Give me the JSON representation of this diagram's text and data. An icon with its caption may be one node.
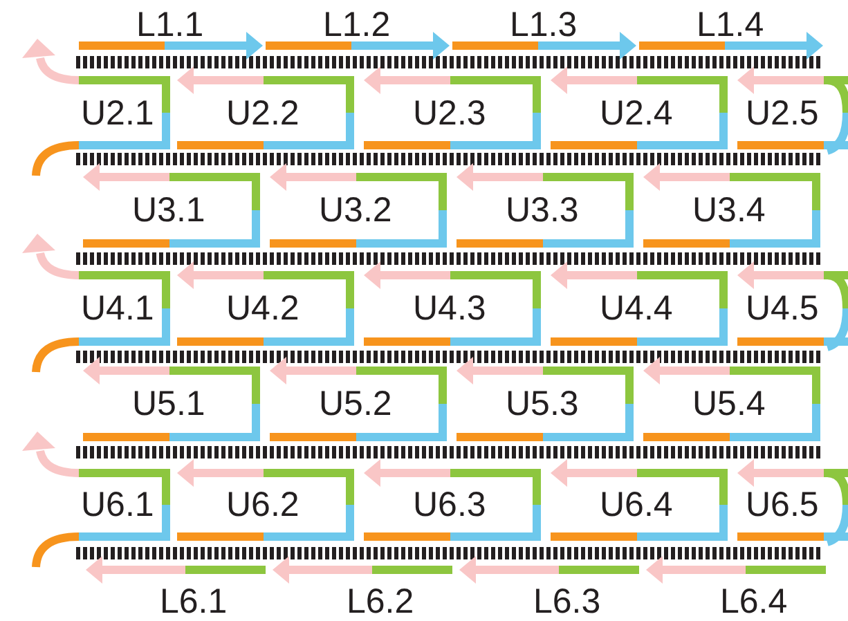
{
  "diagram": {
    "labels": [
      "L1.1",
      "L1.2",
      "L1.3",
      "L1.4",
      "U2.1",
      "U2.2",
      "U2.3",
      "U2.4",
      "U2.5",
      "U3.1",
      "U3.2",
      "U3.3",
      "U3.4",
      "U4.1",
      "U4.2",
      "U4.3",
      "U4.4",
      "U4.5",
      "U5.1",
      "U5.2",
      "U5.3",
      "U5.4",
      "U6.1",
      "U6.2",
      "U6.3",
      "U6.4",
      "U6.5",
      "L6.1",
      "L6.2",
      "L6.3",
      "L6.4"
    ]
  }
}
